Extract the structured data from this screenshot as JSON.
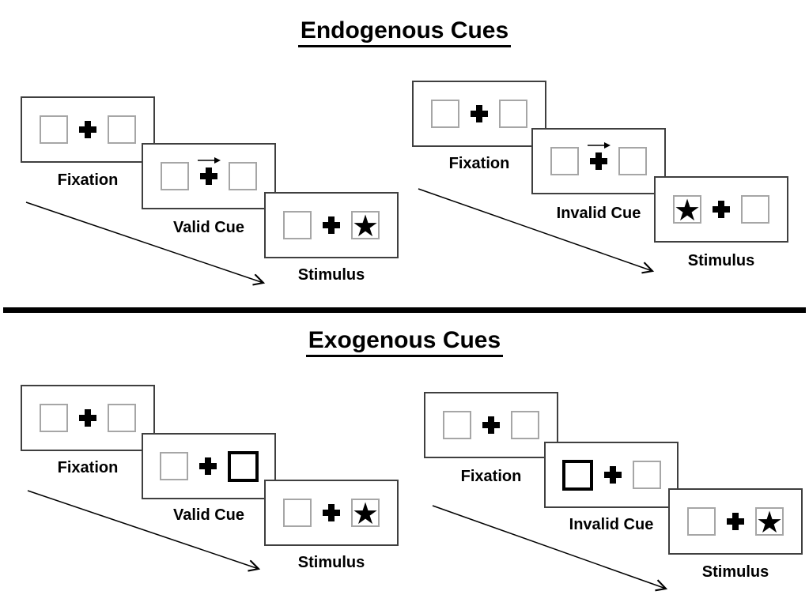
{
  "colors": {
    "background": "#ffffff",
    "ink": "#000000",
    "panel_border": "#3f3f3f",
    "box_border": "#a6a6a6"
  },
  "icons": {
    "star_glyph": "★",
    "fixation_cross": "heavy-plus-cross",
    "cue_arrow": "right-arrow",
    "sequence_arrow": "diagonal-down-right-arrow"
  },
  "sections": [
    {
      "title": "Endogenous Cues",
      "sequences": [
        {
          "name": "endogenous-valid",
          "cue_type": "central-arrow-pointing-right",
          "stimulus_side": "right",
          "panels": [
            {
              "label": "Fixation"
            },
            {
              "label": "Valid Cue"
            },
            {
              "label": "Stimulus"
            }
          ]
        },
        {
          "name": "endogenous-invalid",
          "cue_type": "central-arrow-pointing-right",
          "stimulus_side": "left",
          "panels": [
            {
              "label": "Fixation"
            },
            {
              "label": "Invalid Cue"
            },
            {
              "label": "Stimulus"
            }
          ]
        }
      ]
    },
    {
      "title": "Exogenous Cues",
      "sequences": [
        {
          "name": "exogenous-valid",
          "cue_type": "bold-right-box",
          "stimulus_side": "right",
          "panels": [
            {
              "label": "Fixation"
            },
            {
              "label": "Valid Cue"
            },
            {
              "label": "Stimulus"
            }
          ]
        },
        {
          "name": "exogenous-invalid",
          "cue_type": "bold-left-box",
          "stimulus_side": "right",
          "panels": [
            {
              "label": "Fixation"
            },
            {
              "label": "Invalid Cue"
            },
            {
              "label": "Stimulus"
            }
          ]
        }
      ]
    }
  ]
}
